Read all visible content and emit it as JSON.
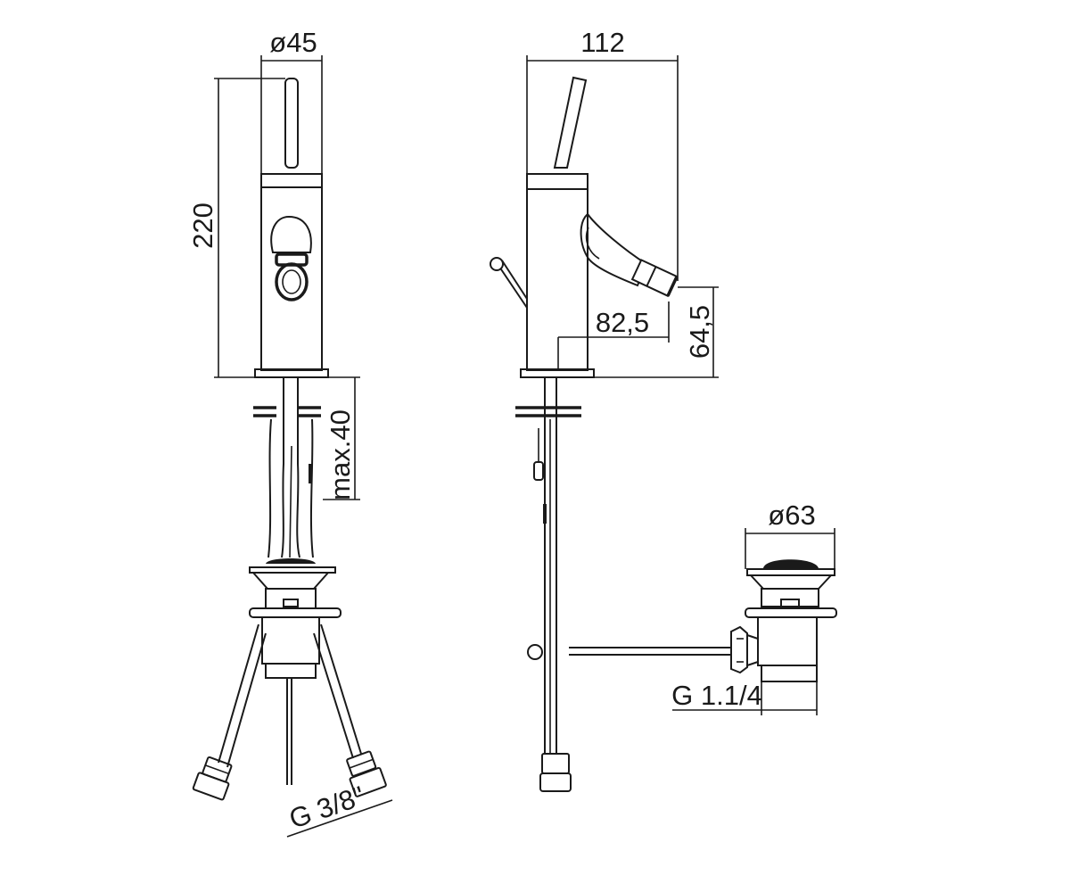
{
  "dimensions": {
    "front_diameter": "ø45",
    "side_width": "112",
    "height": "220",
    "max_thickness": "max.40",
    "spout_reach": "82,5",
    "spout_height": "64,5",
    "waste_diameter": "ø63",
    "hose_thread": "G 3/8\"",
    "waste_thread": "G 1.1/4"
  }
}
